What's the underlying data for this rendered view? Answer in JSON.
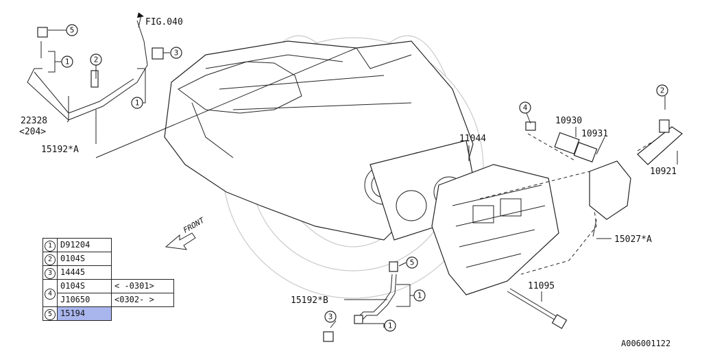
{
  "diagram": {
    "fig_ref": "FIG.040",
    "front_label": "FRONT",
    "diagram_id": "A006001122",
    "callouts": {
      "c5_top": "5",
      "c1_top": "1",
      "c2_top": "2",
      "c3_top": "3",
      "c1_mid": "1",
      "c4_right": "4",
      "c2_right": "2",
      "c5_bottom": "5",
      "c1_bottom_a": "1",
      "c1_bottom_b": "1",
      "c3_bottom": "3"
    },
    "labels": {
      "p22328": "22328",
      "p22328_note": "<204>",
      "p15192a": "15192*A",
      "p10930": "10930",
      "p10931": "10931",
      "p11044": "11044",
      "p10921": "10921",
      "p15027a": "15027*A",
      "p15192b": "15192*B",
      "p11095": "11095"
    }
  },
  "legend": {
    "rows": [
      {
        "ref": "1",
        "part": "D91204",
        "range": ""
      },
      {
        "ref": "2",
        "part": "0104S",
        "range": ""
      },
      {
        "ref": "3",
        "part": "14445",
        "range": ""
      },
      {
        "ref": "4",
        "part": "0104S",
        "range": "< -0301>"
      },
      {
        "ref": "4",
        "part": "J10650",
        "range": "<0302- >"
      },
      {
        "ref": "5",
        "part": "15194",
        "range": ""
      }
    ]
  }
}
